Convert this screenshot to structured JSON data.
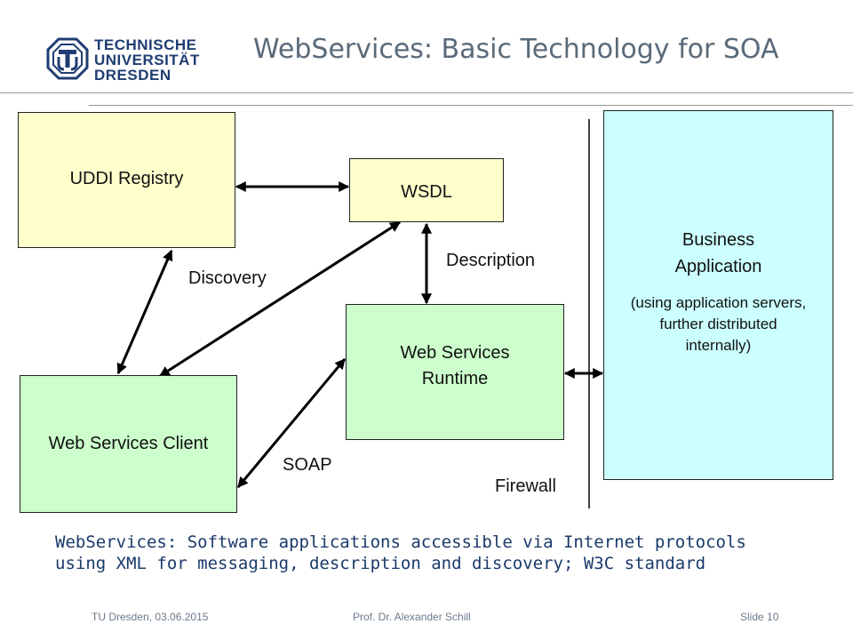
{
  "logo": {
    "line1": "TECHNISCHE",
    "line2": "UNIVERSITÄT",
    "line3": "DRESDEN"
  },
  "slide_title": "WebServices: Basic Technology for SOA",
  "diagram": {
    "uddi": "UDDI Registry",
    "wsdl": "WSDL",
    "runtime_line1": "Web Services",
    "runtime_line2": "Runtime",
    "client": "Web Services Client",
    "business_line1": "Business",
    "business_line2": "Application",
    "business_line3": "(using application servers,",
    "business_line4": "further distributed",
    "business_line5": "internally)",
    "discovery": "Discovery",
    "description": "Description",
    "soap": "SOAP",
    "firewall": "Firewall"
  },
  "summary_line1": "WebServices: Software applications accessible via Internet protocols",
  "summary_line2": "using XML for messaging, description and discovery; W3C standard",
  "footer": {
    "left": "TU Dresden, 03.06.2015",
    "center": "Prof. Dr. Alexander Schill",
    "right": "Slide 10"
  },
  "colors": {
    "yellow_box": "#ffffcc",
    "green_box": "#ccffcc",
    "cyan_box": "#ccffff",
    "title": "#5a6a7a",
    "summary": "#1a3a6a"
  },
  "icons": [
    "tu-dresden-logo-icon"
  ]
}
